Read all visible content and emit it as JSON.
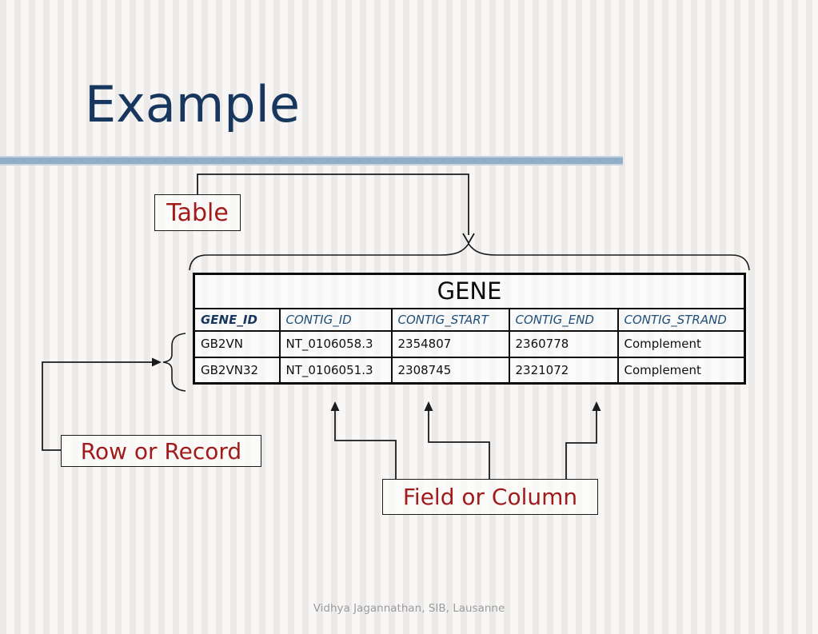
{
  "slide": {
    "title": "Example",
    "footer": "Vidhya Jagannathan, SIB, Lausanne"
  },
  "annotations": {
    "table_label": "Table",
    "row_label": "Row or Record",
    "field_label": "Field or Column"
  },
  "gene_table": {
    "title": "GENE",
    "columns": [
      "GENE_ID",
      "CONTIG_ID",
      "CONTIG_START",
      "CONTIG_END",
      "CONTIG_STRAND"
    ],
    "rows": [
      [
        "GB2VN",
        "NT_0106058.3",
        "2354807",
        "2360778",
        "Complement"
      ],
      [
        "GB2VN32",
        "NT_0106051.3",
        "2308745",
        "2321072",
        "Complement"
      ]
    ]
  },
  "colors": {
    "title_navy": "#17375E",
    "accent_bar_blue": "#92ADC6",
    "label_red": "#A11B1B",
    "column_header_blue": "#1F4E79",
    "connector_black": "#1B1B1B",
    "footer_gray": "#9B9B9B"
  }
}
